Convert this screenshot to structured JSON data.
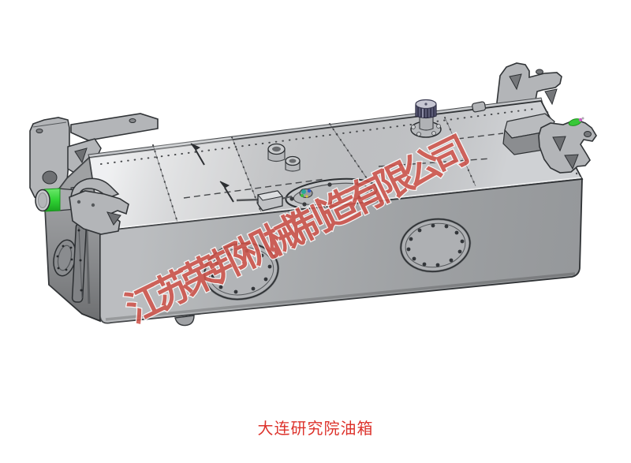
{
  "watermark": {
    "text": "江苏荣邦机械制造有限公司",
    "color": "#d0544b",
    "halo_color": "#ffffff",
    "opacity": "0.87"
  },
  "caption": {
    "text": "大连研究院油箱",
    "color": "#dd332c"
  },
  "render": {
    "background": "#ffffff",
    "tank_top_color": "#dcdee1",
    "tank_front_color": "#aaadb0",
    "tank_end_color": "#8d8f92",
    "bracket_color": "#b3b5b8",
    "outline_color": "#313437",
    "accent_green": "#2fd133",
    "cap_color": "#5c5c77",
    "accent_magenta": "#c95fc3",
    "caption_color": "#dd332c"
  }
}
